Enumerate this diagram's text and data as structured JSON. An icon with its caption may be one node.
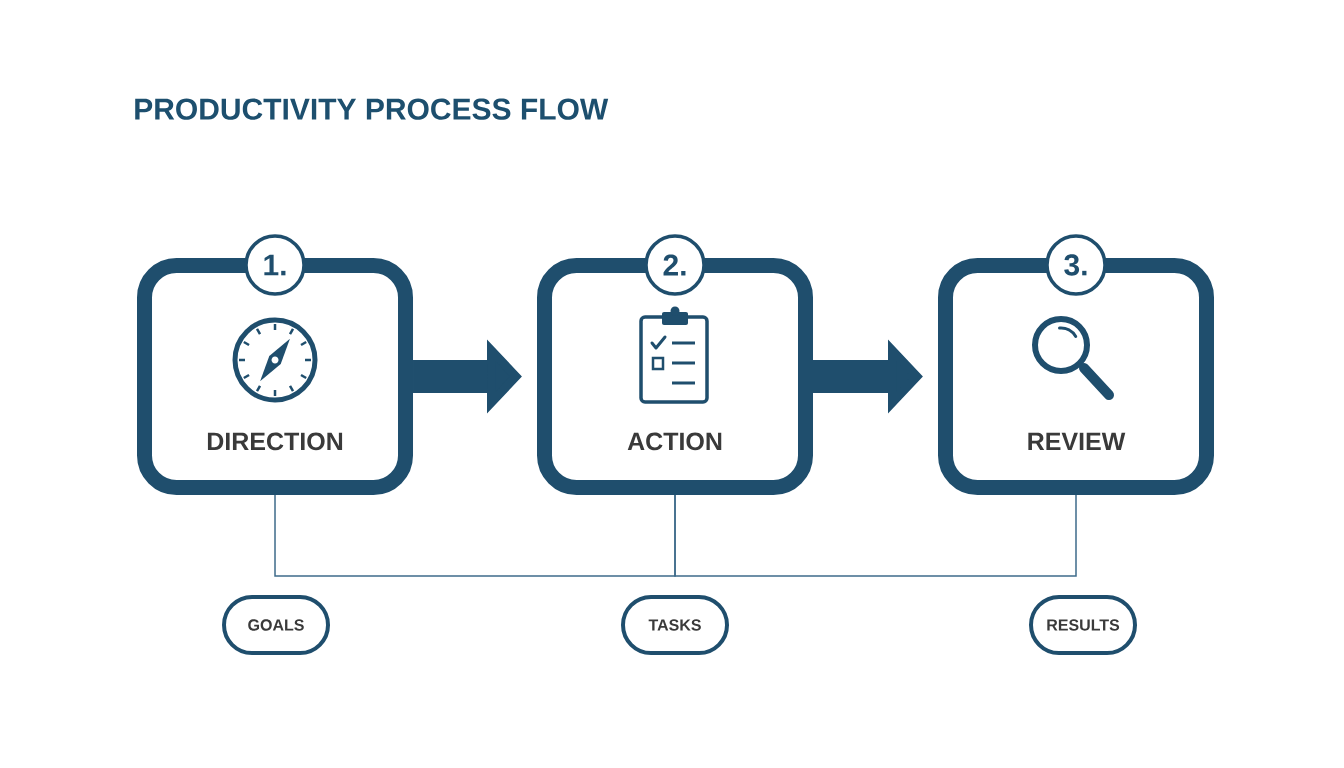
{
  "diagram": {
    "title": "PRODUCTIVITY PROCESS FLOW",
    "nodes": [
      {
        "text": [
          "1."
        ]
      },
      {
        "text": [
          "DIRECTION"
        ]
      },
      {
        "text": [
          "2."
        ]
      },
      {
        "text": [
          "ACTION"
        ]
      },
      {
        "text": [
          "3."
        ]
      },
      {
        "text": [
          "REVIEW"
        ]
      },
      {
        "text": [
          "GOALS"
        ]
      },
      {
        "text": [
          "TASKS"
        ]
      },
      {
        "text": [
          "RESULTS"
        ]
      }
    ],
    "edges": [
      {
        "from": 1,
        "to": 3,
        "arrow": "to",
        "style": "thick"
      },
      {
        "from": 3,
        "to": 5,
        "arrow": "to",
        "style": "thick"
      },
      {
        "from": 1,
        "to": 3,
        "arrow": "none"
      },
      {
        "from": 3,
        "to": 5,
        "arrow": "none"
      }
    ]
  }
}
